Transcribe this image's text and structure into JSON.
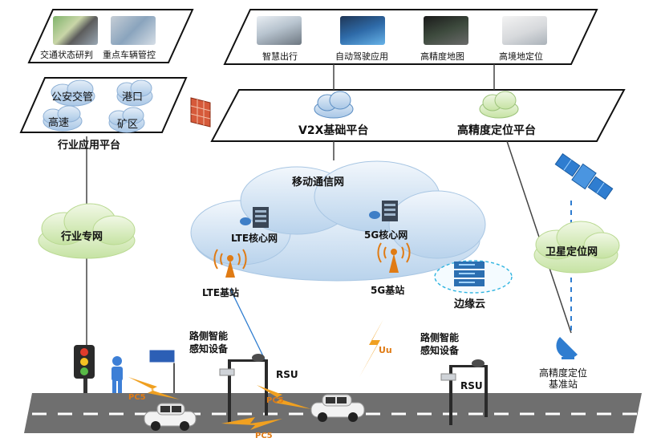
{
  "top_left_panel": {
    "items": [
      {
        "label": "交通状态研判"
      },
      {
        "label": "重点车辆管控"
      }
    ]
  },
  "top_right_panel": {
    "items": [
      {
        "label": "智慧出行"
      },
      {
        "label": "自动驾驶应用"
      },
      {
        "label": "高精度地图"
      },
      {
        "label": "高境地定位"
      }
    ]
  },
  "industry_platform": {
    "title": "行业应用平台",
    "clouds": [
      "公安交管",
      "港口",
      "高速",
      "矿区"
    ]
  },
  "base_platform": {
    "v2x_label": "V2X基础平台",
    "hp_label": "高精度定位平台"
  },
  "networks": {
    "industry_net": "行业专网",
    "mobile_net": "移动通信网",
    "lte_core": "LTE核心网",
    "g5_core": "5G核心网",
    "satellite_net": "卫星定位网",
    "edge_cloud": "边缘云"
  },
  "stations": {
    "lte": "LTE基站",
    "g5": "5G基站",
    "reference": "高精度定位\n基准站"
  },
  "roadside": {
    "sensor_label": "路侧智能\n感知设备",
    "rsu_label": "RSU"
  },
  "links": {
    "pc5": "PC5",
    "uu": "Uu"
  },
  "colors": {
    "cloud_fill": "#c9dcef",
    "green_cloud": "#d8ecc0",
    "road": "#6f6f6f",
    "lightning": "#f0a020"
  }
}
